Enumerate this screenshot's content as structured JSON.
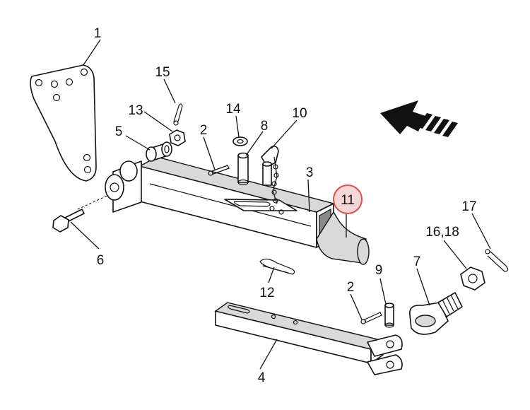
{
  "callouts": {
    "c1": "1",
    "c2a": "2",
    "c2b": "2",
    "c3": "3",
    "c4": "4",
    "c5": "5",
    "c6": "6",
    "c7": "7",
    "c8": "8",
    "c9": "9",
    "c10": "10",
    "c11": "11",
    "c12": "12",
    "c13": "13",
    "c14": "14",
    "c15": "15",
    "c16_18": "16,18",
    "c17": "17"
  },
  "highlight": {
    "callout": "11",
    "fill": "#f6d6d6",
    "stroke": "#d9534f"
  },
  "icons": {
    "direction": "arrow-left-icon"
  }
}
